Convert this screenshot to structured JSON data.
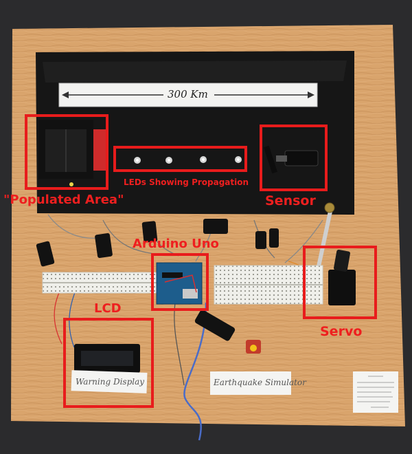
{
  "scale_label": "300 Km",
  "labels": {
    "leds": "LEDs Showing Propagation",
    "populated": "\"Populated Area\"",
    "sensor": "Sensor",
    "arduino": "Arduino Uno",
    "lcd": "LCD",
    "servo": "Servo"
  },
  "notes": {
    "warning_display": "Warning Display",
    "earthquake_simulator": "Earthquake Simulator"
  },
  "colors": {
    "annotation_red": "#e81c1c",
    "board": "#d9a46c",
    "black_panel": "#161616",
    "carpet": "#2b2b2d"
  }
}
